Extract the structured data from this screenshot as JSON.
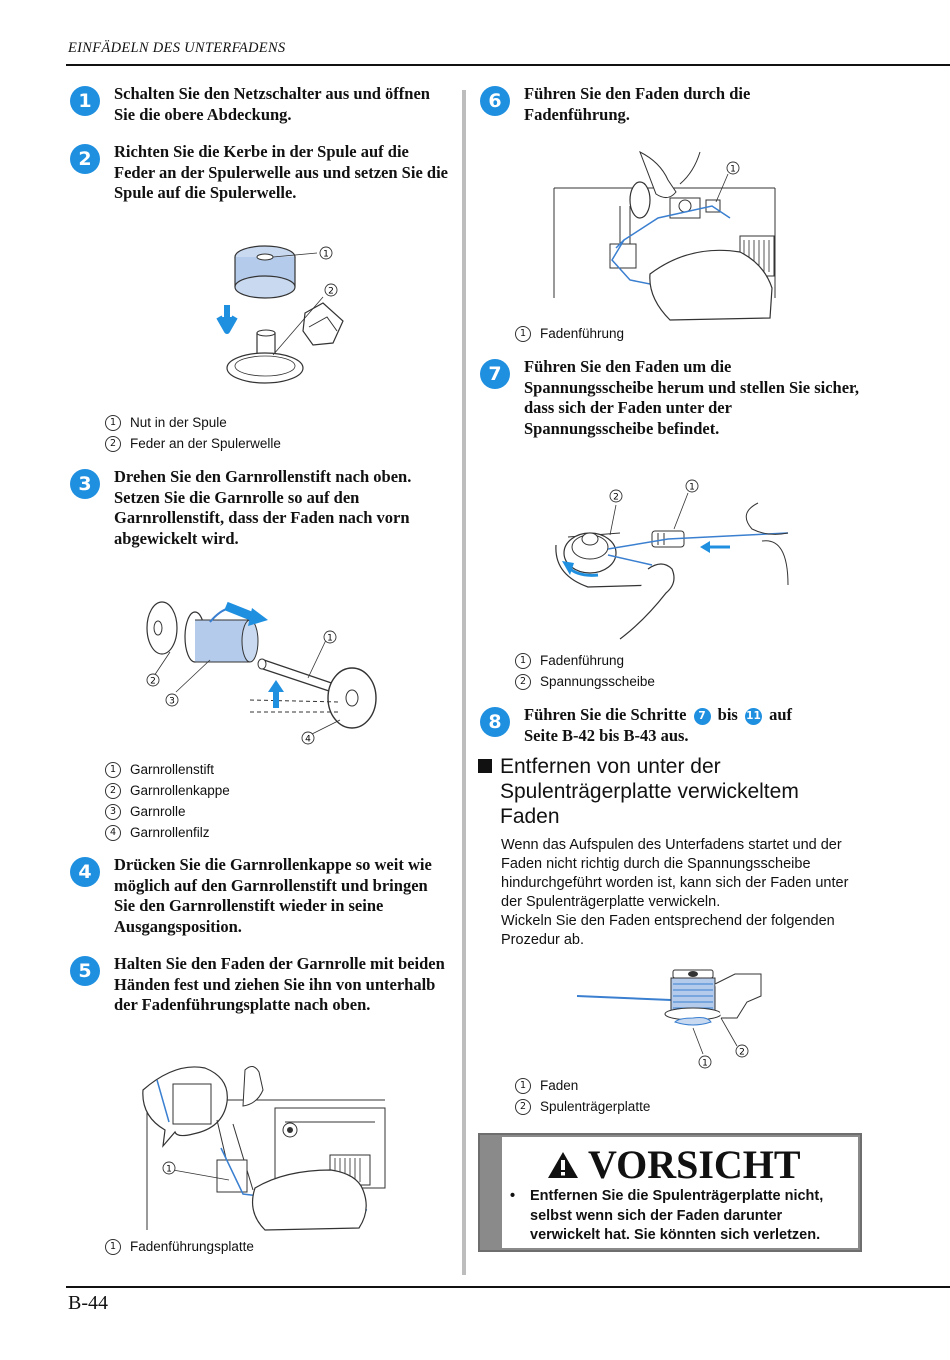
{
  "header": {
    "title": "EINFÄDELN DES UNTERFADENS"
  },
  "footer": {
    "page_number": "B-44"
  },
  "steps": [
    {
      "number": "1",
      "text": "Schalten Sie den Netzschalter aus und öffnen Sie die obere Abdeckung."
    },
    {
      "number": "2",
      "text": "Richten Sie die Kerbe in der Spule auf die Feder an der Spulerwelle aus und setzen Sie die Spule auf die Spulerwelle."
    },
    {
      "number": "3",
      "text": "Drehen Sie den Garnrollenstift nach oben. Setzen Sie die Garnrolle so auf den Garnrollenstift, dass der Faden nach vorn abgewickelt wird."
    },
    {
      "number": "4",
      "text": "Drücken Sie die Garnrollenkappe so weit wie möglich auf den Garnrollenstift und bringen Sie den Garnrollenstift wieder in seine Ausgangsposition."
    },
    {
      "number": "5",
      "text": "Halten Sie den Faden der Garnrolle mit beiden Händen fest und ziehen Sie ihn von unterhalb der Fadenführungsplatte nach oben."
    },
    {
      "number": "6",
      "text": "Führen Sie den Faden durch die Fadenführung."
    },
    {
      "number": "7",
      "text": "Führen Sie den Faden um die Spannungsscheibe herum und stellen Sie sicher, dass sich der Faden unter der Spannungsscheibe befindet."
    },
    {
      "number": "8",
      "text_a": "Führen Sie die Schritte",
      "ref_a": "7",
      "text_b": "bis",
      "ref_b": "11",
      "text_c": "auf",
      "text_d": "Seite B-42 bis B-43 aus."
    }
  ],
  "captions": {
    "step2": [
      {
        "n": "1",
        "label": "Nut in der Spule"
      },
      {
        "n": "2",
        "label": "Feder an der Spulerwelle"
      }
    ],
    "step3": [
      {
        "n": "1",
        "label": "Garnrollenstift"
      },
      {
        "n": "2",
        "label": "Garnrollenkappe"
      },
      {
        "n": "3",
        "label": "Garnrolle"
      },
      {
        "n": "4",
        "label": "Garnrollenfilz"
      }
    ],
    "step5": [
      {
        "n": "1",
        "label": "Fadenführungsplatte"
      }
    ],
    "step6": [
      {
        "n": "1",
        "label": "Fadenführung"
      }
    ],
    "step7": [
      {
        "n": "1",
        "label": "Fadenführung"
      },
      {
        "n": "2",
        "label": "Spannungsscheibe"
      }
    ],
    "section": [
      {
        "n": "1",
        "label": "Faden"
      },
      {
        "n": "2",
        "label": "Spulenträgerplatte"
      }
    ]
  },
  "figure_callouts": {
    "n1": "1",
    "n2": "2",
    "n3": "3",
    "n4": "4"
  },
  "section": {
    "heading": "Entfernen von unter der Spulenträgerplatte verwickeltem Faden",
    "paragraph1": "Wenn das Aufspulen des Unterfadens startet und der Faden nicht richtig durch die Spannungsscheibe hindurchgeführt worden ist, kann sich der Faden unter der Spulenträgerplatte verwickeln.",
    "paragraph2": "Wickeln Sie den Faden entsprechend der folgenden Prozedur ab."
  },
  "warning": {
    "title": "VORSICHT",
    "text": "Entfernen Sie die Spulenträgerplatte nicht, selbst wenn sich der Faden darunter verwickelt hat. Sie könnten sich verletzen."
  },
  "colors": {
    "accent": "#1f8fe0",
    "thread": "#3a7fd0",
    "warning_frame": "#8a8a8a"
  }
}
